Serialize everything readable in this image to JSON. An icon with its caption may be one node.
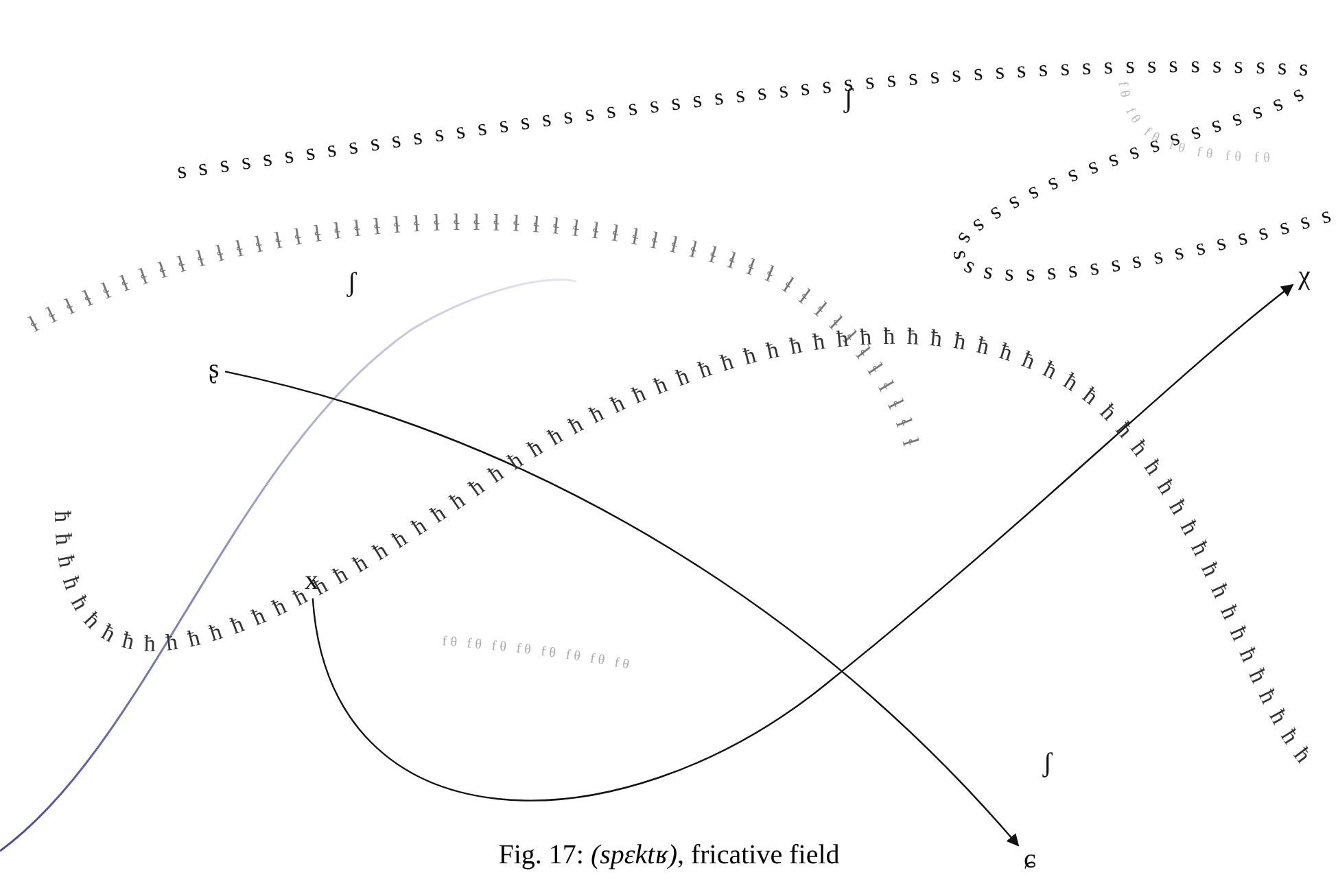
{
  "diagram": {
    "caption": "Fig. 17: *(spɛktʁ)*, fricative field",
    "nodes": [
      {
        "text": [
          "ʂ"
        ]
      },
      {
        "text": [
          "x"
        ]
      },
      {
        "text": [
          "χ"
        ]
      },
      {
        "text": [
          "ɕ"
        ]
      }
    ],
    "edges": [
      {
        "from": 0,
        "to": 3,
        "arrow": "to"
      },
      {
        "from": 1,
        "to": 2,
        "arrow": "to"
      }
    ],
    "labels": [
      "ssssssssssssssssssssssssssssssssssssssssssssssssssssssssssssssssssssssssssssssssssssssssss",
      "ʃ",
      "fθ fθ fθ fθ fθ fθ fθ",
      "ɬɬɬɬɬɬɬɬɬɬɬɬɬɬɬɬɬɬɬɬɬɬɬɬɬɬɬɬɬɬɬɬɬɬɬɬɬɬɬɬɬɬɬɬɬɬɬɬɬɬ",
      "ʃ",
      "ħħħħħħħħħħħħħħħħħħħħħħħħħħħħħħħħħħħħħħħħħħħħħħħħħħħħħħħħħħħħħħħħħħħħħħħ",
      "fθ fθ fθ fθ fθ fθ fθ fθ",
      "ʃ"
    ]
  }
}
